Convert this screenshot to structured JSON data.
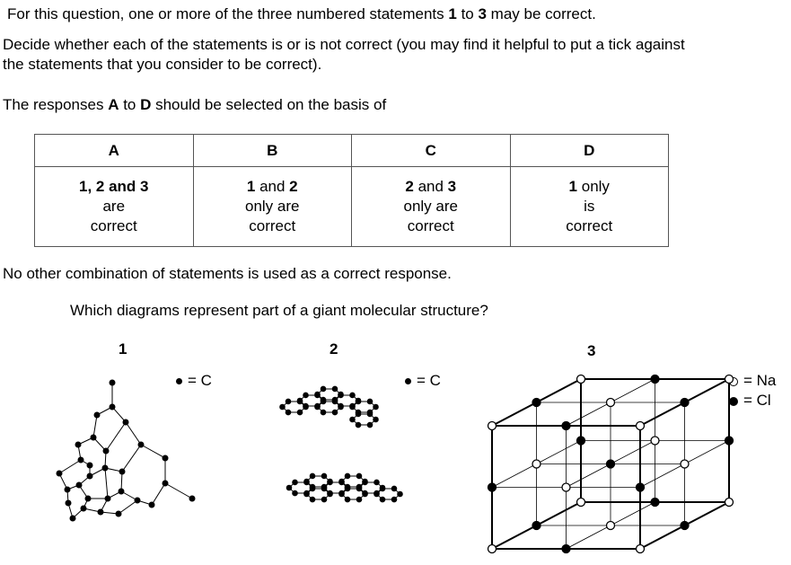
{
  "intro": {
    "p1_pre": "For this  question, one or more of the three numbered statements ",
    "p1_b1": "1",
    "p1_mid": " to ",
    "p1_b2": "3",
    "p1_post": " may be correct.",
    "p2_line1": "Decide whether each of the statements is or is not correct (you may find it helpful to put a tick against",
    "p2_line2": "the statements that you consider to be correct).",
    "p3_pre": "The responses ",
    "p3_b1": "A",
    "p3_mid": " to ",
    "p3_b2": "D",
    "p3_post": " should be selected on the basis of"
  },
  "table": {
    "headers": [
      "A",
      "B",
      "C",
      "D"
    ],
    "cells": [
      {
        "bold": "1, 2 and 3",
        "rest": "",
        "l2": "are",
        "l3": "correct"
      },
      {
        "bold1": "1",
        "plain": " and ",
        "bold2": "2",
        "l2": "only are",
        "l3": "correct"
      },
      {
        "bold1": "2",
        "plain": " and ",
        "bold2": "3",
        "l2": "only are",
        "l3": "correct"
      },
      {
        "bold1": "1",
        "plain": " only",
        "l2": "is",
        "l3": "correct"
      }
    ]
  },
  "no_other": "No other combination of statements is used as a correct response.",
  "question": "Which diagrams represent part of a giant molecular structure?",
  "figures": {
    "labels": [
      "1",
      "2",
      "3"
    ],
    "legend_c1": "= C",
    "legend_c2": "= C",
    "legend_na": "= Na",
    "legend_cl": "= Cl"
  }
}
